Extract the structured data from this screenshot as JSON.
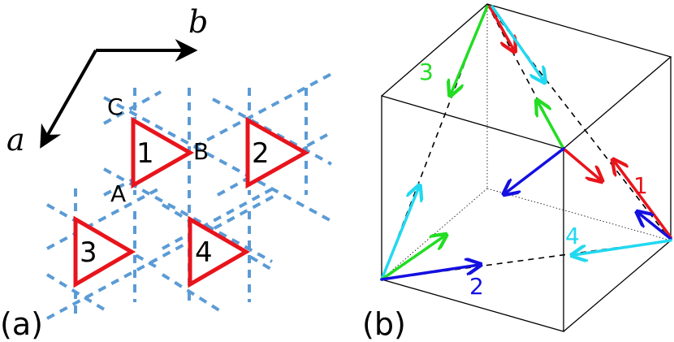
{
  "colors": {
    "red": "#e8141c",
    "green": "#22dd22",
    "cyan": "#22d8f0",
    "blue": "#1410e0",
    "dashed_grid": "#5b9bd5",
    "black": "#000000"
  },
  "panel_a": {
    "label": "(a)",
    "axis_a": "a",
    "axis_b": "b",
    "vertex_a": "A",
    "vertex_b": "B",
    "vertex_c": "C",
    "triangles": [
      "1",
      "2",
      "3",
      "4"
    ]
  },
  "panel_b": {
    "label": "(b)",
    "site_labels": [
      "1",
      "2",
      "3",
      "4"
    ]
  }
}
